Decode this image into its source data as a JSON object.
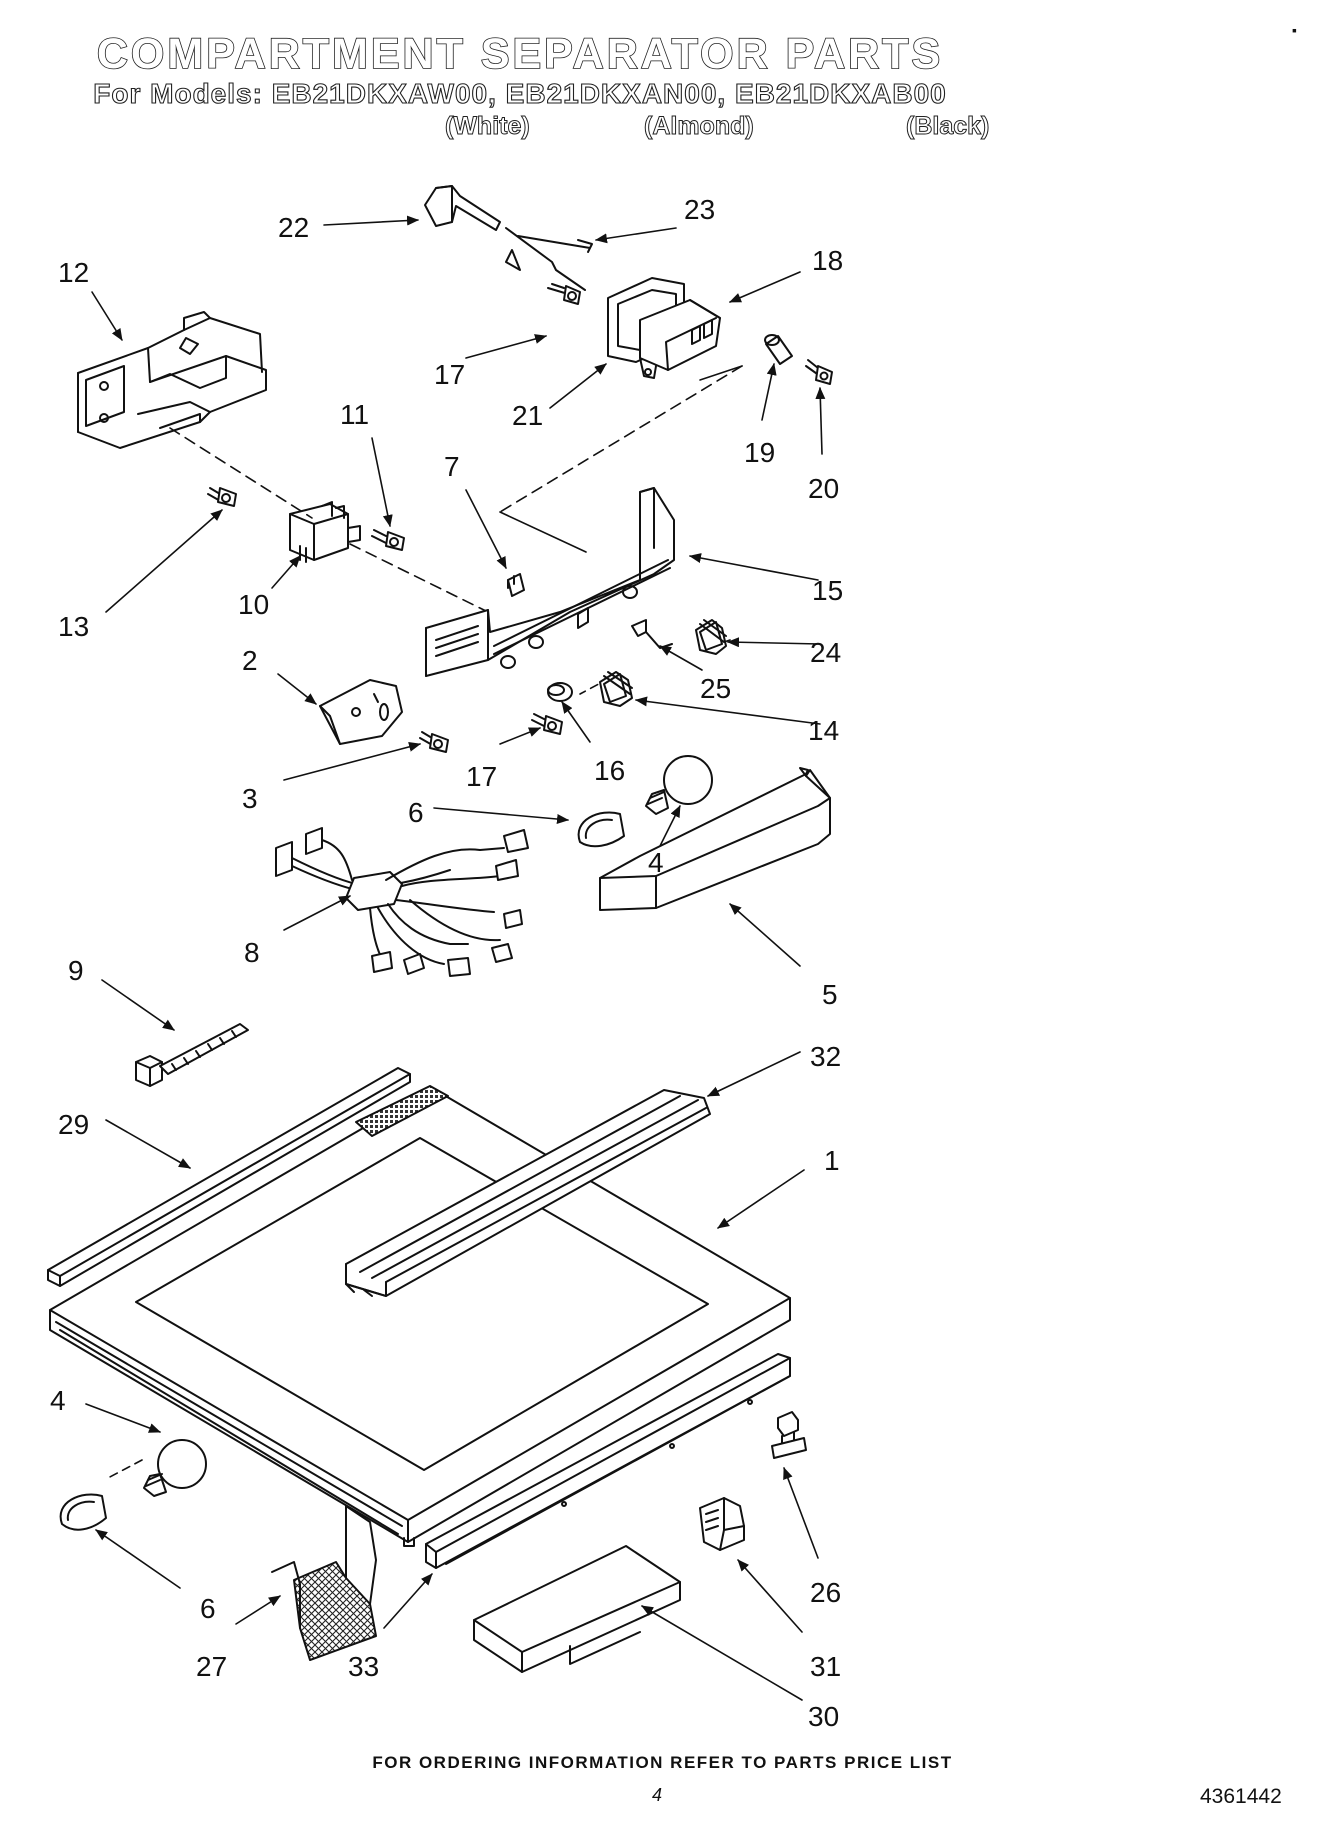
{
  "header": {
    "title": "COMPARTMENT SEPARATOR PARTS",
    "models": "For Models: EB21DKXAW00, EB21DKXAN00, EB21DKXAB00",
    "variants": [
      "(White)",
      "(Almond)",
      "(Black)"
    ]
  },
  "callouts": {
    "c22": "22",
    "c23": "23",
    "c18": "18",
    "c12": "12",
    "c17a": "17",
    "c21": "21",
    "c19": "19",
    "c20": "20",
    "c11": "11",
    "c7": "7",
    "c15": "15",
    "c13": "13",
    "c10": "10",
    "c24": "24",
    "c25": "25",
    "c2": "2",
    "c14": "14",
    "c17b": "17",
    "c16": "16",
    "c3": "3",
    "c6a": "6",
    "c4a": "4",
    "c8": "8",
    "c5": "5",
    "c9": "9",
    "c32": "32",
    "c29": "29",
    "c1": "1",
    "c4b": "4",
    "c26": "26",
    "c6b": "6",
    "c27": "27",
    "c33": "33",
    "c31": "31",
    "c30": "30"
  },
  "footer": {
    "ordering": "FOR ORDERING INFORMATION REFER TO PARTS PRICE LIST",
    "page": "4",
    "doc_number": "4361442"
  }
}
